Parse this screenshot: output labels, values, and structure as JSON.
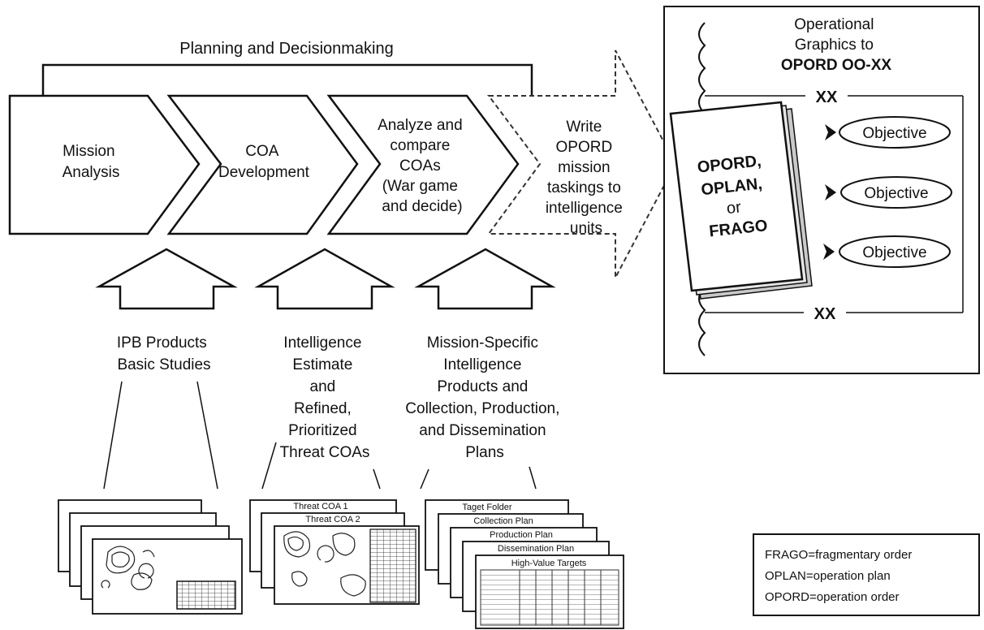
{
  "planning_label": "Planning and Decisionmaking",
  "steps": [
    {
      "lines": [
        "Mission",
        "Analysis"
      ]
    },
    {
      "lines": [
        "COA",
        "Development"
      ]
    },
    {
      "lines": [
        "Analyze and",
        "compare",
        "COAs",
        "(War game",
        "and decide)"
      ]
    }
  ],
  "write_step": {
    "lines": [
      "Write",
      "OPORD",
      "mission",
      "taskings to",
      "intelligence",
      "units"
    ]
  },
  "inputs": [
    {
      "lines": [
        "IPB Products",
        "Basic Studies"
      ]
    },
    {
      "lines": [
        "Intelligence",
        "Estimate",
        "and",
        "Refined,",
        "Prioritized",
        "Threat COAs"
      ]
    },
    {
      "lines": [
        "Mission-Specific",
        "Intelligence",
        "Products and",
        "Collection, Production,",
        "and Dissemination",
        "Plans"
      ]
    }
  ],
  "threat_stack": [
    "Threat COA 1",
    "Threat COA 2"
  ],
  "plan_stack": [
    "Taget Folder",
    "Collection Plan",
    "Production Plan",
    "Dissemination Plan",
    "High-Value Targets"
  ],
  "op_graphics": {
    "title_lines": [
      "Operational",
      "Graphics to",
      "OPORD OO-XX"
    ],
    "boundary_top": "XX",
    "boundary_bottom": "XX",
    "book_lines": [
      "OPORD,",
      "OPLAN,",
      "or",
      "FRAGO"
    ],
    "objectives": [
      "Objective",
      "Objective",
      "Objective"
    ]
  },
  "legend": [
    "FRAGO=fragmentary order",
    "OPLAN=operation plan",
    "OPORD=operation order"
  ]
}
